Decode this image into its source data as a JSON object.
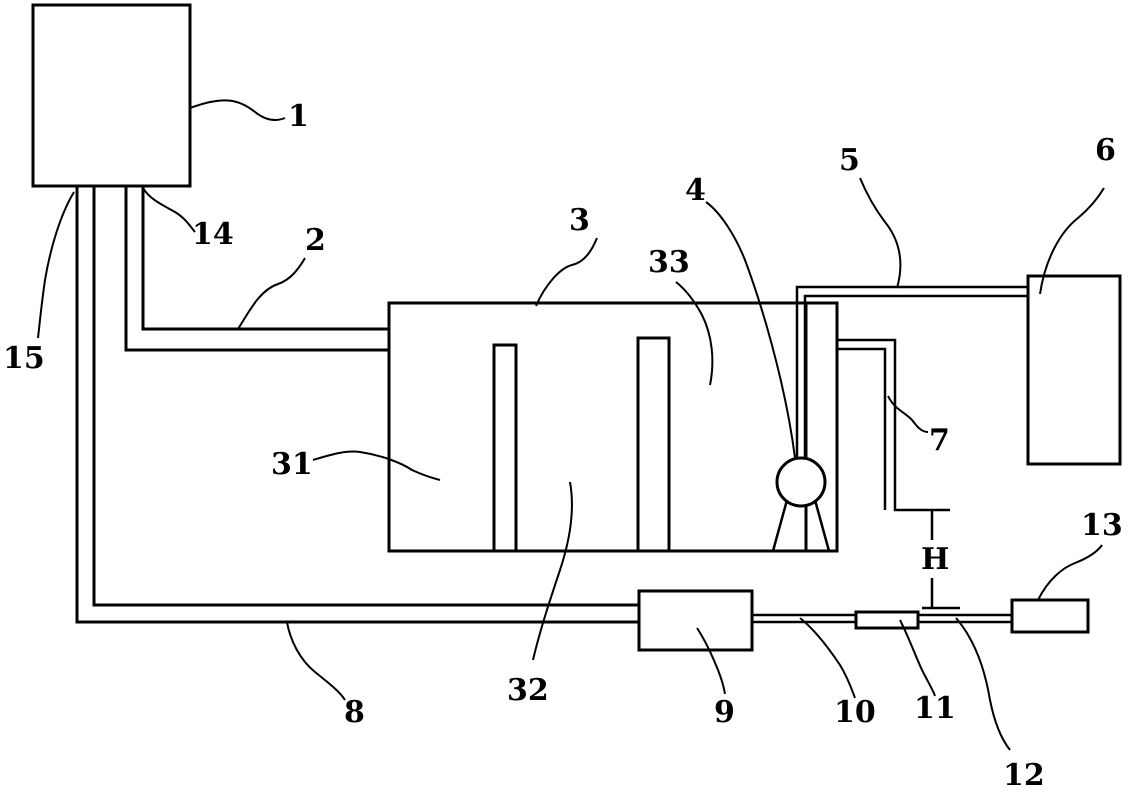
{
  "labels": {
    "l1": "1",
    "l2": "2",
    "l3": "3",
    "l4": "4",
    "l5": "5",
    "l6": "6",
    "l7": "7",
    "l8": "8",
    "l9": "9",
    "l10": "10",
    "l11": "11",
    "l12": "12",
    "l13": "13",
    "l14": "14",
    "l15": "15",
    "l31": "31",
    "l32": "32",
    "l33": "33",
    "h": "H"
  }
}
